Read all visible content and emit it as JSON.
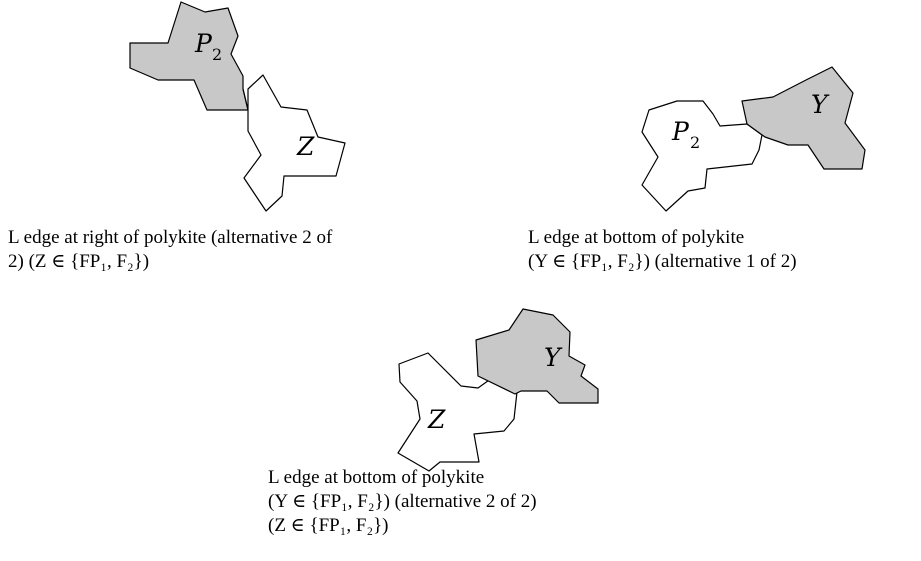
{
  "panels": [
    {
      "labels": {
        "shaded": "P",
        "shaded_sub": "2",
        "white": "Z"
      },
      "caption": [
        "L edge at right of polykite (alternative 2 of",
        "2) (Z ∈ {FP₁, F₂})"
      ]
    },
    {
      "labels": {
        "shaded": "Y",
        "white": "P",
        "white_sub": "2"
      },
      "caption": [
        "L edge at bottom of polykite",
        "(Y ∈ {FP₁, F₂}) (alternative 1 of 2)"
      ]
    },
    {
      "labels": {
        "shaded": "Y",
        "white": "Z"
      },
      "caption": [
        "L edge at bottom of polykite",
        "(Y ∈ {FP₁, F₂}) (alternative 2 of 2)",
        "(Z ∈ {FP₁, F₂})"
      ]
    }
  ],
  "colors": {
    "shaded_fill": "#c8c8c8",
    "stroke": "#000000",
    "white_fill": "#ffffff"
  }
}
